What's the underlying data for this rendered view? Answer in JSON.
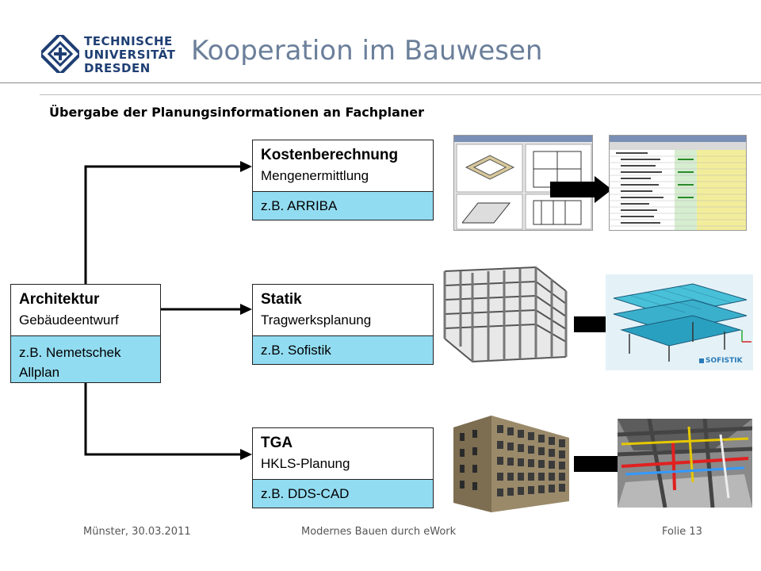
{
  "logo": {
    "line1": "TECHNISCHE",
    "line2": "UNIVERSITÄT",
    "line3": "DRESDEN"
  },
  "slide": {
    "title": "Kooperation im Bauwesen",
    "subtitle": "Übergabe der Planungsinformationen an Fachplaner"
  },
  "source": {
    "title": "Architektur",
    "subtitle": "Gebäudeentwurf",
    "tool_line1": "z.B. Nemetschek",
    "tool_line2": "Allplan"
  },
  "targets": [
    {
      "title": "Kostenberechnung",
      "subtitle": "Mengenermittlung",
      "tool": "z.B. ARRIBA"
    },
    {
      "title": "Statik",
      "subtitle": "Tragwerksplanung",
      "tool": "z.B. Sofistik"
    },
    {
      "title": "TGA",
      "subtitle": "HKLS-Planung",
      "tool": "z.B. DDS-CAD"
    }
  ],
  "images": {
    "sofistik_label": "SOFISTIK"
  },
  "footer": {
    "left": "Münster, 30.03.2011",
    "center": "Modernes Bauen durch eWork",
    "right": "Folie 13"
  },
  "colors": {
    "accent_cyan": "#92dcf1",
    "title_gray": "#6b7f9a",
    "logo_blue": "#1f3f73"
  }
}
